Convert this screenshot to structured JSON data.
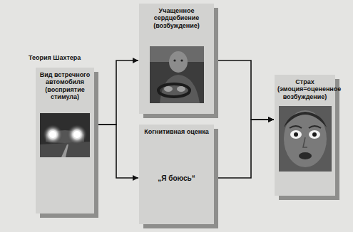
{
  "diagram": {
    "title": "Теория Шахтера",
    "nodes": [
      {
        "text": [
          "Вид встречного автомобиля (восприятие стимула)"
        ]
      },
      {
        "text": [
          "Учащенное сердцебиение (возбуждение)"
        ]
      },
      {
        "text": [
          "Когнитивная оценка",
          "„Я боюсь“"
        ]
      },
      {
        "text": [
          "Страх (эмоция=оцененное возбуждение)"
        ]
      }
    ],
    "edges": [
      {
        "from": 0,
        "to": 1,
        "arrow": "to"
      },
      {
        "from": 0,
        "to": 2,
        "arrow": "to"
      },
      {
        "from": 1,
        "to": 3,
        "arrow": "to"
      },
      {
        "from": 2,
        "to": 3,
        "arrow": "to"
      }
    ]
  }
}
